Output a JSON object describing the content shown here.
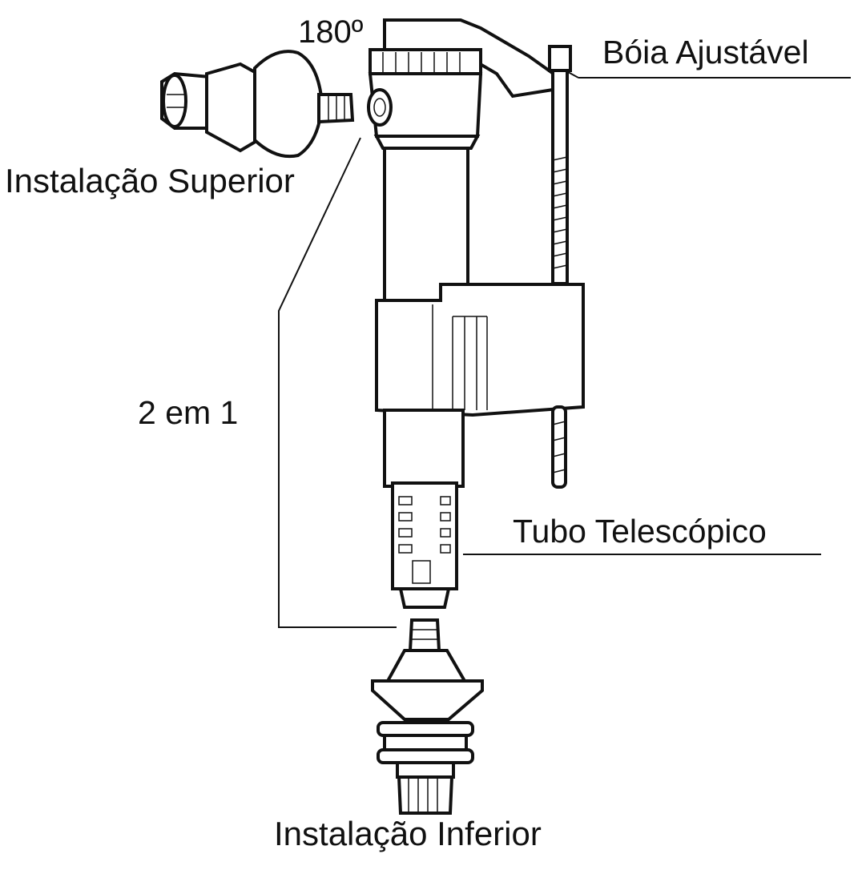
{
  "diagram": {
    "labels": {
      "rotation": "180º",
      "float": "Bóia Ajustável",
      "top_install": "Instalação Superior",
      "two_in_one": "2 em 1",
      "telescopic": "Tubo Telescópico",
      "bottom_install": "Instalação Inferior"
    },
    "colors": {
      "line": "#111111",
      "background": "#ffffff"
    },
    "parts": [
      "top-inlet-connector",
      "fill-valve-body",
      "adjustable-float-rod",
      "telescopic-tube",
      "bottom-inlet-connector"
    ]
  }
}
